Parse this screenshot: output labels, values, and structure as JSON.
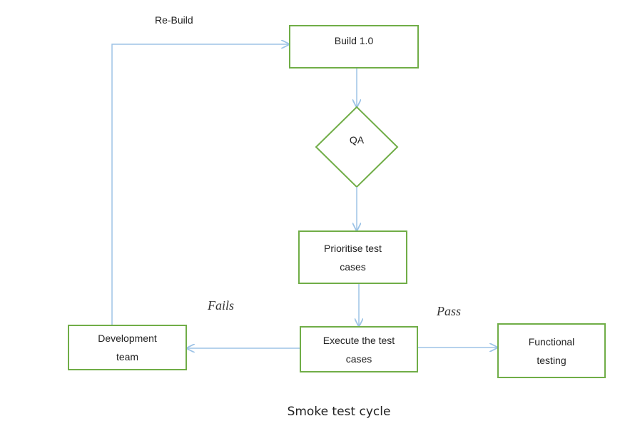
{
  "diagram": {
    "nodes": {
      "build": "Build 1.0",
      "qa": "QA",
      "prioritise": "Prioritise test\ncases",
      "execute": "Execute the test\ncases",
      "development": "Development\nteam",
      "functional": "Functional\ntesting"
    },
    "edge_labels": {
      "rebuild": "Re-Build",
      "fails": "Fails",
      "pass": "Pass"
    },
    "caption": "Smoke test cycle",
    "colors": {
      "node_border": "#70ad47",
      "connector": "#9dc3e6"
    }
  }
}
